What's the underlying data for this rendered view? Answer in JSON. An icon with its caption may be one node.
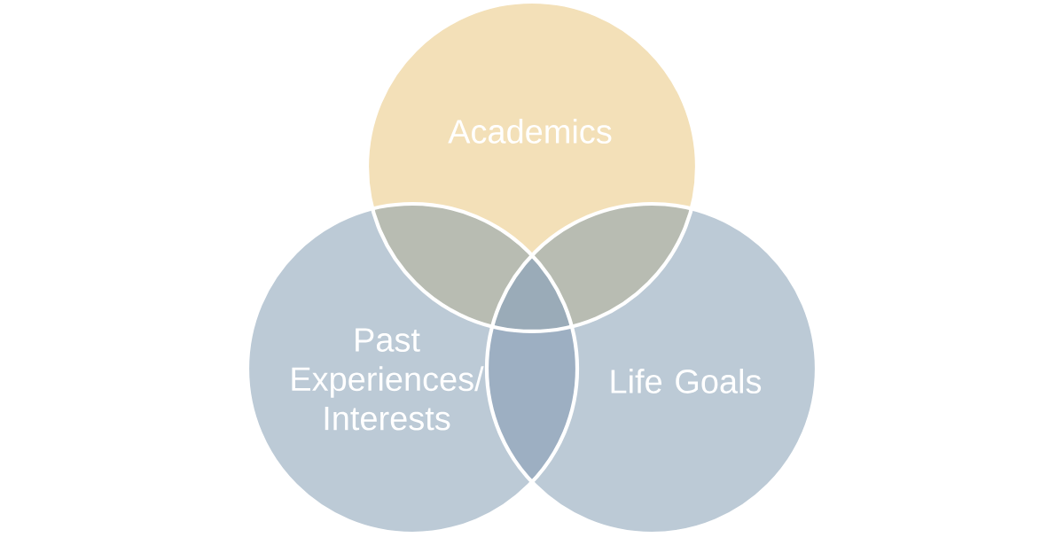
{
  "diagram": {
    "nodes": [
      {
        "text": [
          "Academics"
        ]
      },
      {
        "text": [
          "Past Experiences/ Interests"
        ]
      },
      {
        "text": [
          "Life Goals"
        ]
      }
    ]
  }
}
